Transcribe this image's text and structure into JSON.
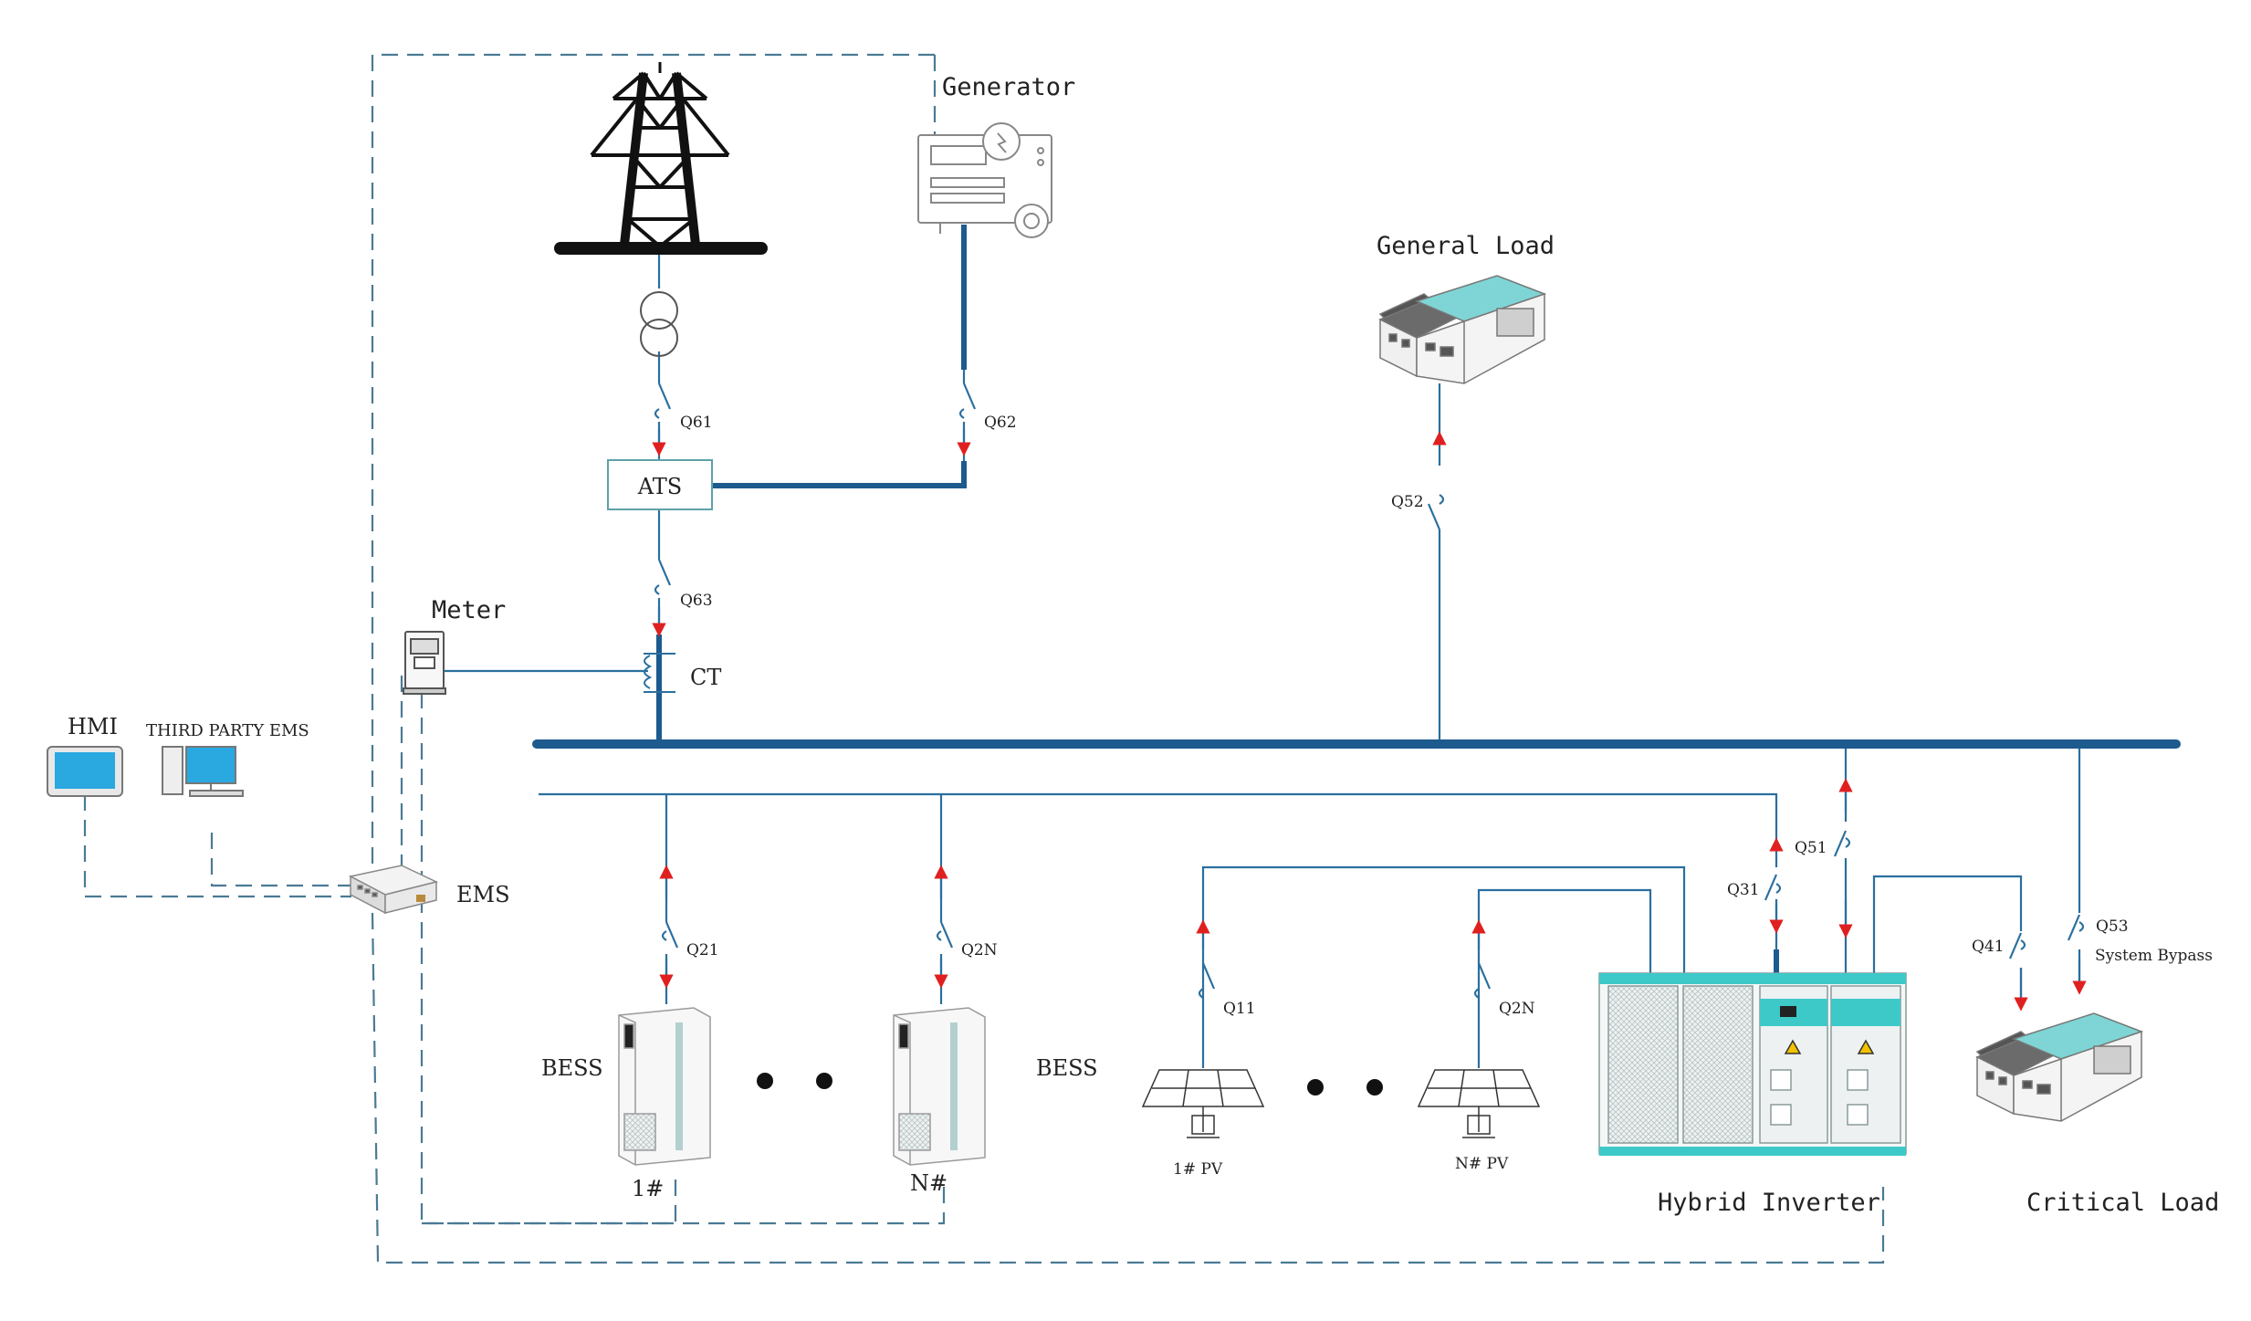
{
  "labels": {
    "generator": "Generator",
    "general_load": "General Load",
    "ats": "ATS",
    "meter": "Meter",
    "ct": "CT",
    "hmi": "HMI",
    "third_party_ems": "THIRD PARTY EMS",
    "ems": "EMS",
    "bess_left": "BESS",
    "bess_right": "BESS",
    "bess_1": "1#",
    "bess_n": "N#",
    "pv_1": "1# PV",
    "pv_n": "N# PV",
    "hybrid_inverter": "Hybrid Inverter",
    "critical_load": "Critical Load",
    "system_bypass": "System Bypass"
  },
  "breakers": {
    "q61": "Q61",
    "q62": "Q62",
    "q63": "Q63",
    "q52": "Q52",
    "q21": "Q21",
    "q2n_bess": "Q2N",
    "q11": "Q11",
    "q2n_pv": "Q2N",
    "q31": "Q31",
    "q51": "Q51",
    "q41": "Q41",
    "q53": "Q53"
  },
  "colors": {
    "main_bus": "#1d5a8e",
    "wire": "#2a6f9e",
    "comm_dashed": "#4a7a95",
    "arrow": "#e02020",
    "cabinet_teal": "#3ec9c9"
  }
}
